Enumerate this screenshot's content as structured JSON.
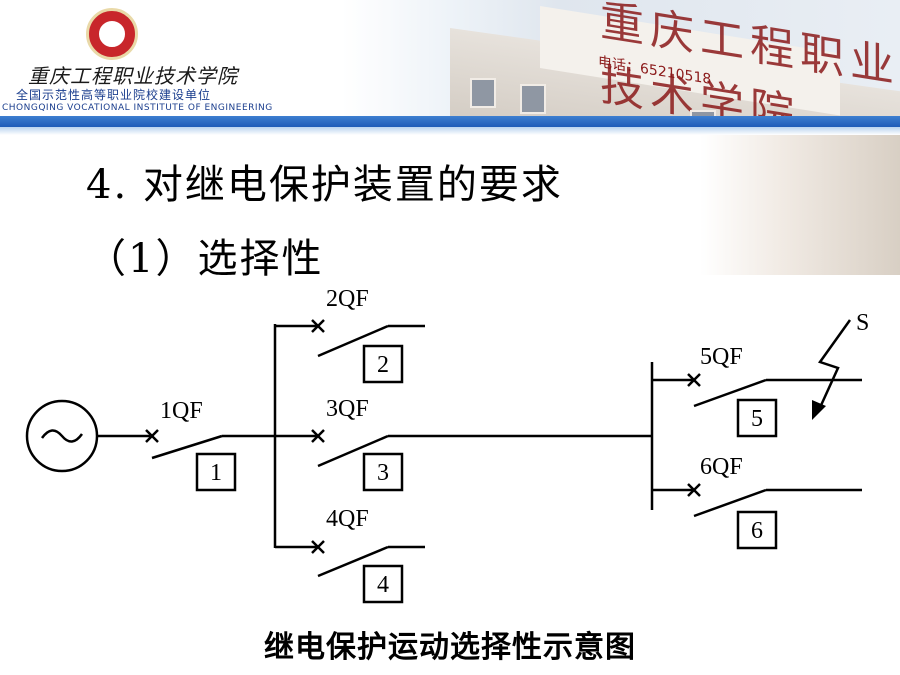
{
  "header": {
    "school_name_cn": "重庆工程职业技术学院",
    "school_subtitle": "全国示范性高等职业院校建设单位",
    "school_name_en": "CHONGQING VOCATIONAL INSTITUTE OF ENGINEERING",
    "sign_text": "重庆工程职业技术学院",
    "sign_phone": "电话：65210518"
  },
  "slide": {
    "heading": "4. 对继电保护装置的要求",
    "subheading": "（1）选择性",
    "caption": "继电保护运动选择性示意图"
  },
  "diagram": {
    "breakers": [
      {
        "name": "1QF",
        "relay": "1"
      },
      {
        "name": "2QF",
        "relay": "2"
      },
      {
        "name": "3QF",
        "relay": "3"
      },
      {
        "name": "4QF",
        "relay": "4"
      },
      {
        "name": "5QF",
        "relay": "5"
      },
      {
        "name": "6QF",
        "relay": "6"
      }
    ],
    "fault_label": "S",
    "source_symbol": "~"
  }
}
